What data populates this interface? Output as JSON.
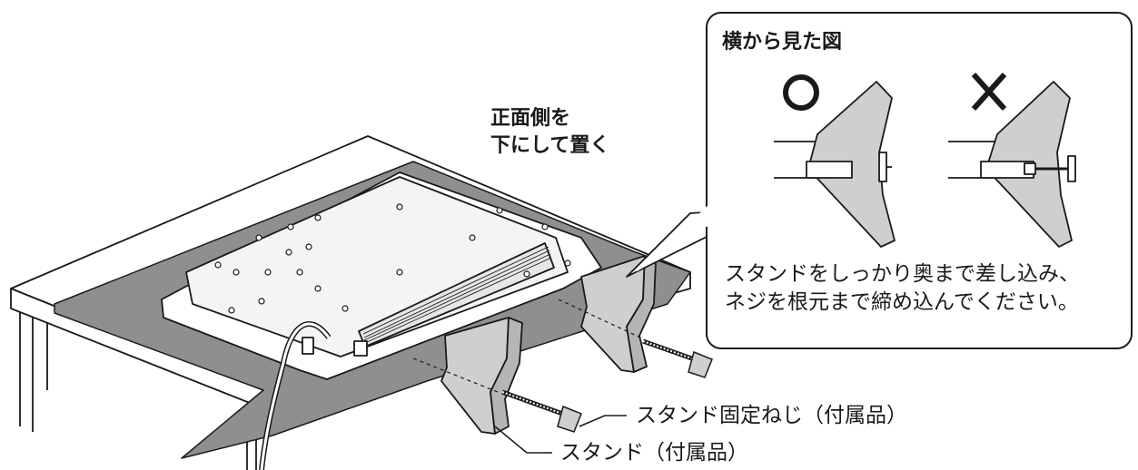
{
  "placement_note": {
    "line1": "正面側を",
    "line2": "下にして置く"
  },
  "inset": {
    "title": "横から見た図",
    "correct_mark": "○",
    "wrong_mark": "✕",
    "instruction_line1": "スタンドをしっかり奥まで差し込み、",
    "instruction_line2": "ネジを根元まで締め込んでください。"
  },
  "callouts": {
    "screw": "スタンド固定ねじ（付属品）",
    "stand": "スタンド（付属品）"
  },
  "colors": {
    "line": "#1a1a1a",
    "cloth": "#8f8f8f",
    "stand_fill": "#cfcfcf",
    "tv_back": "#ffffff"
  }
}
